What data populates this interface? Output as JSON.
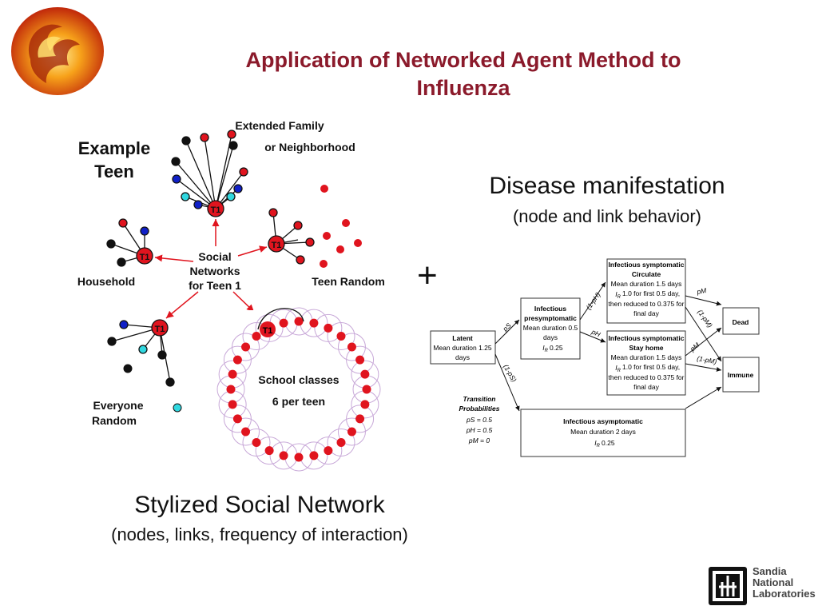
{
  "title_line1": "Application of Networked Agent Method to",
  "title_line2": "Influenza",
  "social": {
    "example_line1": "Example",
    "example_line2": "Teen",
    "extended_line1": "Extended Family",
    "extended_line2": "or Neighborhood",
    "center_line1": "Social",
    "center_line2": "Networks",
    "center_line3": "for Teen 1",
    "household": "Household",
    "teen_random": "Teen Random",
    "everyone_line1": "Everyone",
    "everyone_line2": "Random",
    "school_line1": "School classes",
    "school_line2": "6 per teen",
    "node_label": "T1"
  },
  "disease": {
    "heading": "Disease manifestation",
    "subheading": "(node and link behavior)"
  },
  "plus": "+",
  "flow": {
    "latent": [
      "Latent",
      "Mean duration 1.25",
      "days"
    ],
    "presym": [
      "Infectious",
      "presymptomatic",
      "Mean duration 0.5",
      "days",
      "0.25"
    ],
    "circulate": [
      "Infectious symptomatic",
      "Circulate",
      "Mean duration 1.5 days",
      "1.0 for first 0.5 day,",
      "then reduced to 0.375 for",
      "final day"
    ],
    "stayhome": [
      "Infectious symptomatic",
      "Stay home",
      "Mean duration 1.5 days",
      "1.0 for first 0.5 day,",
      "then reduced to 0.375 for",
      "final day"
    ],
    "asym": [
      "Infectious asymptomatic",
      "Mean duration 2 days",
      "0.25"
    ],
    "dead": "Dead",
    "immune": "Immune",
    "ir_symbol": "I",
    "ir_sub": "R",
    "edge_pS": "pS",
    "edge_1mpS": "(1-pS)",
    "edge_1mpH": "(1-pH)",
    "edge_pH": "pH",
    "edge_pM_top": "pM",
    "edge_1mpM_top": "(1-pM)",
    "edge_pM_bot": "pM",
    "edge_1mpM_bot": "(1-pM)",
    "transition": [
      "Transition",
      "Probabilities",
      "pS = 0.5",
      "pH = 0.5",
      "pM = 0"
    ]
  },
  "social_caption": {
    "heading": "Stylized Social Network",
    "subheading": "(nodes, links, frequency of interaction)"
  },
  "logo": {
    "line1": "Sandia",
    "line2": "National",
    "line3": "Laboratories"
  },
  "colors": {
    "title": "#8b1a2b",
    "node_red": "#e0141e",
    "node_blue": "#1020c8",
    "node_cyan": "#30d8e0",
    "link_red": "#e0141e",
    "ring": "#c8a8d8"
  }
}
